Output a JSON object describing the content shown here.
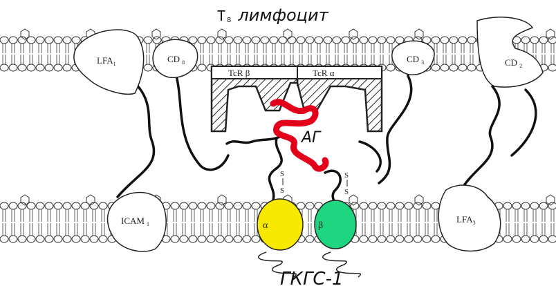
{
  "diagram": {
    "title": {
      "prefix": "T",
      "sub": "8",
      "text": "лимфоцит"
    },
    "bottom_label": "ГКГС-1",
    "antigen_label": "АГ",
    "receptors": {
      "lfa1": {
        "main": "LFA",
        "sub": "1"
      },
      "cd8": {
        "main": "CD",
        "sub": "8"
      },
      "cd3": {
        "main": "CD",
        "sub": "3"
      },
      "cd2": {
        "main": "CD",
        "sub": "2"
      },
      "icam1": {
        "main": "ICAM",
        "sub": "1"
      },
      "lfa3": {
        "main": "LFA",
        "sub": "3"
      }
    },
    "tcr_beta": "TcR β",
    "tcr_alpha": "TcR α",
    "mhc_alpha": "α",
    "mhc_beta": "β",
    "disulfide": {
      "s_top": "S",
      "s_bottom": "S"
    },
    "colors": {
      "mhc_alpha": "#f7ea00",
      "mhc_beta": "#1fd680",
      "antigen": "#e3001b",
      "antigen_edge": "#c8245c",
      "membrane_line": "#333333"
    }
  }
}
